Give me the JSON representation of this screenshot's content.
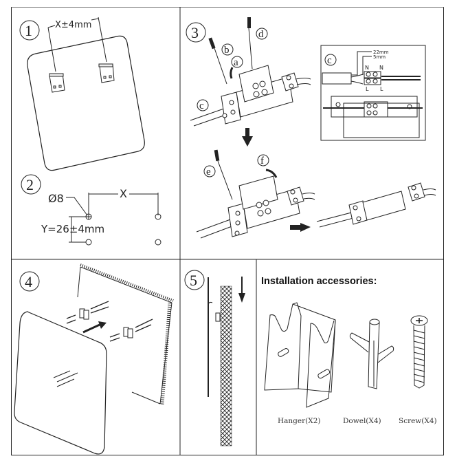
{
  "document": {
    "type": "installation-instructions",
    "steps": [
      {
        "number": "1",
        "labels": {
          "dimension": "X±4mm"
        }
      },
      {
        "number": "2",
        "labels": {
          "hole_diameter": "Ø8",
          "horizontal": "X",
          "vertical": "Y=26±4mm"
        }
      },
      {
        "number": "3",
        "callouts": [
          "a",
          "b",
          "c",
          "d"
        ],
        "inset": {
          "callout": "c",
          "dim_long": "22mm",
          "dim_short": "5mm",
          "terminal_top_left": "N",
          "terminal_top_right": "N",
          "terminal_bottom_left": "L",
          "terminal_bottom_right": "L"
        },
        "callouts_lower": [
          "e",
          "f"
        ]
      },
      {
        "number": "4"
      },
      {
        "number": "5"
      }
    ],
    "accessories": {
      "title": "Installation accessories:",
      "items": [
        {
          "name": "Hanger",
          "qty": "(X2)",
          "caption": "Hanger(X2)"
        },
        {
          "name": "Dowel",
          "qty": "(X4)",
          "caption": "Dowel(X4)"
        },
        {
          "name": "Screw",
          "qty": "(X4)",
          "caption": "Screw(X4)"
        }
      ]
    }
  }
}
